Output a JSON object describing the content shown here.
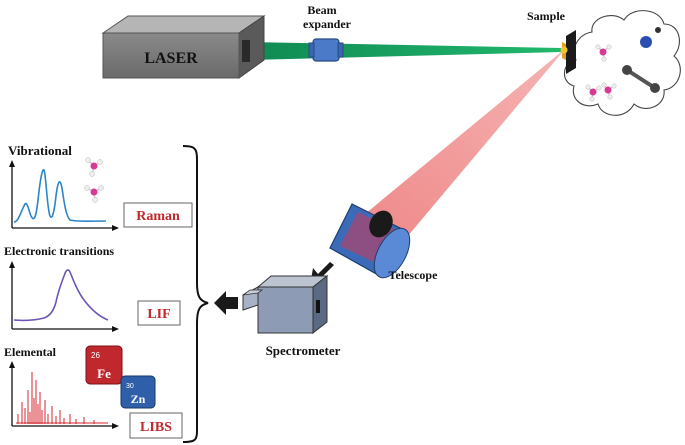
{
  "labels": {
    "laser": "LASER",
    "beam_expander_line1": "Beam",
    "beam_expander_line2": "expander",
    "sample": "Sample",
    "telescope": "Telescope",
    "spectrometer": "Spectrometer",
    "vibrational": "Vibrational",
    "electronic": "Electronic transitions",
    "elemental": "Elemental"
  },
  "techniques": {
    "raman": "Raman",
    "lif": "LIF",
    "libs": "LIBS"
  },
  "elements": [
    {
      "number": "26",
      "symbol": "Fe",
      "color": "#c0282d"
    },
    {
      "number": "30",
      "symbol": "Zn",
      "color": "#2f5fa8"
    }
  ],
  "colors": {
    "green_beam": "#1aa564",
    "red_beam": "#f08a8a",
    "raman_trace": "#2a86c8",
    "lif_trace": "#6e55b5",
    "libs_trace": "#d4262b",
    "technique_text": "#c0282d"
  }
}
